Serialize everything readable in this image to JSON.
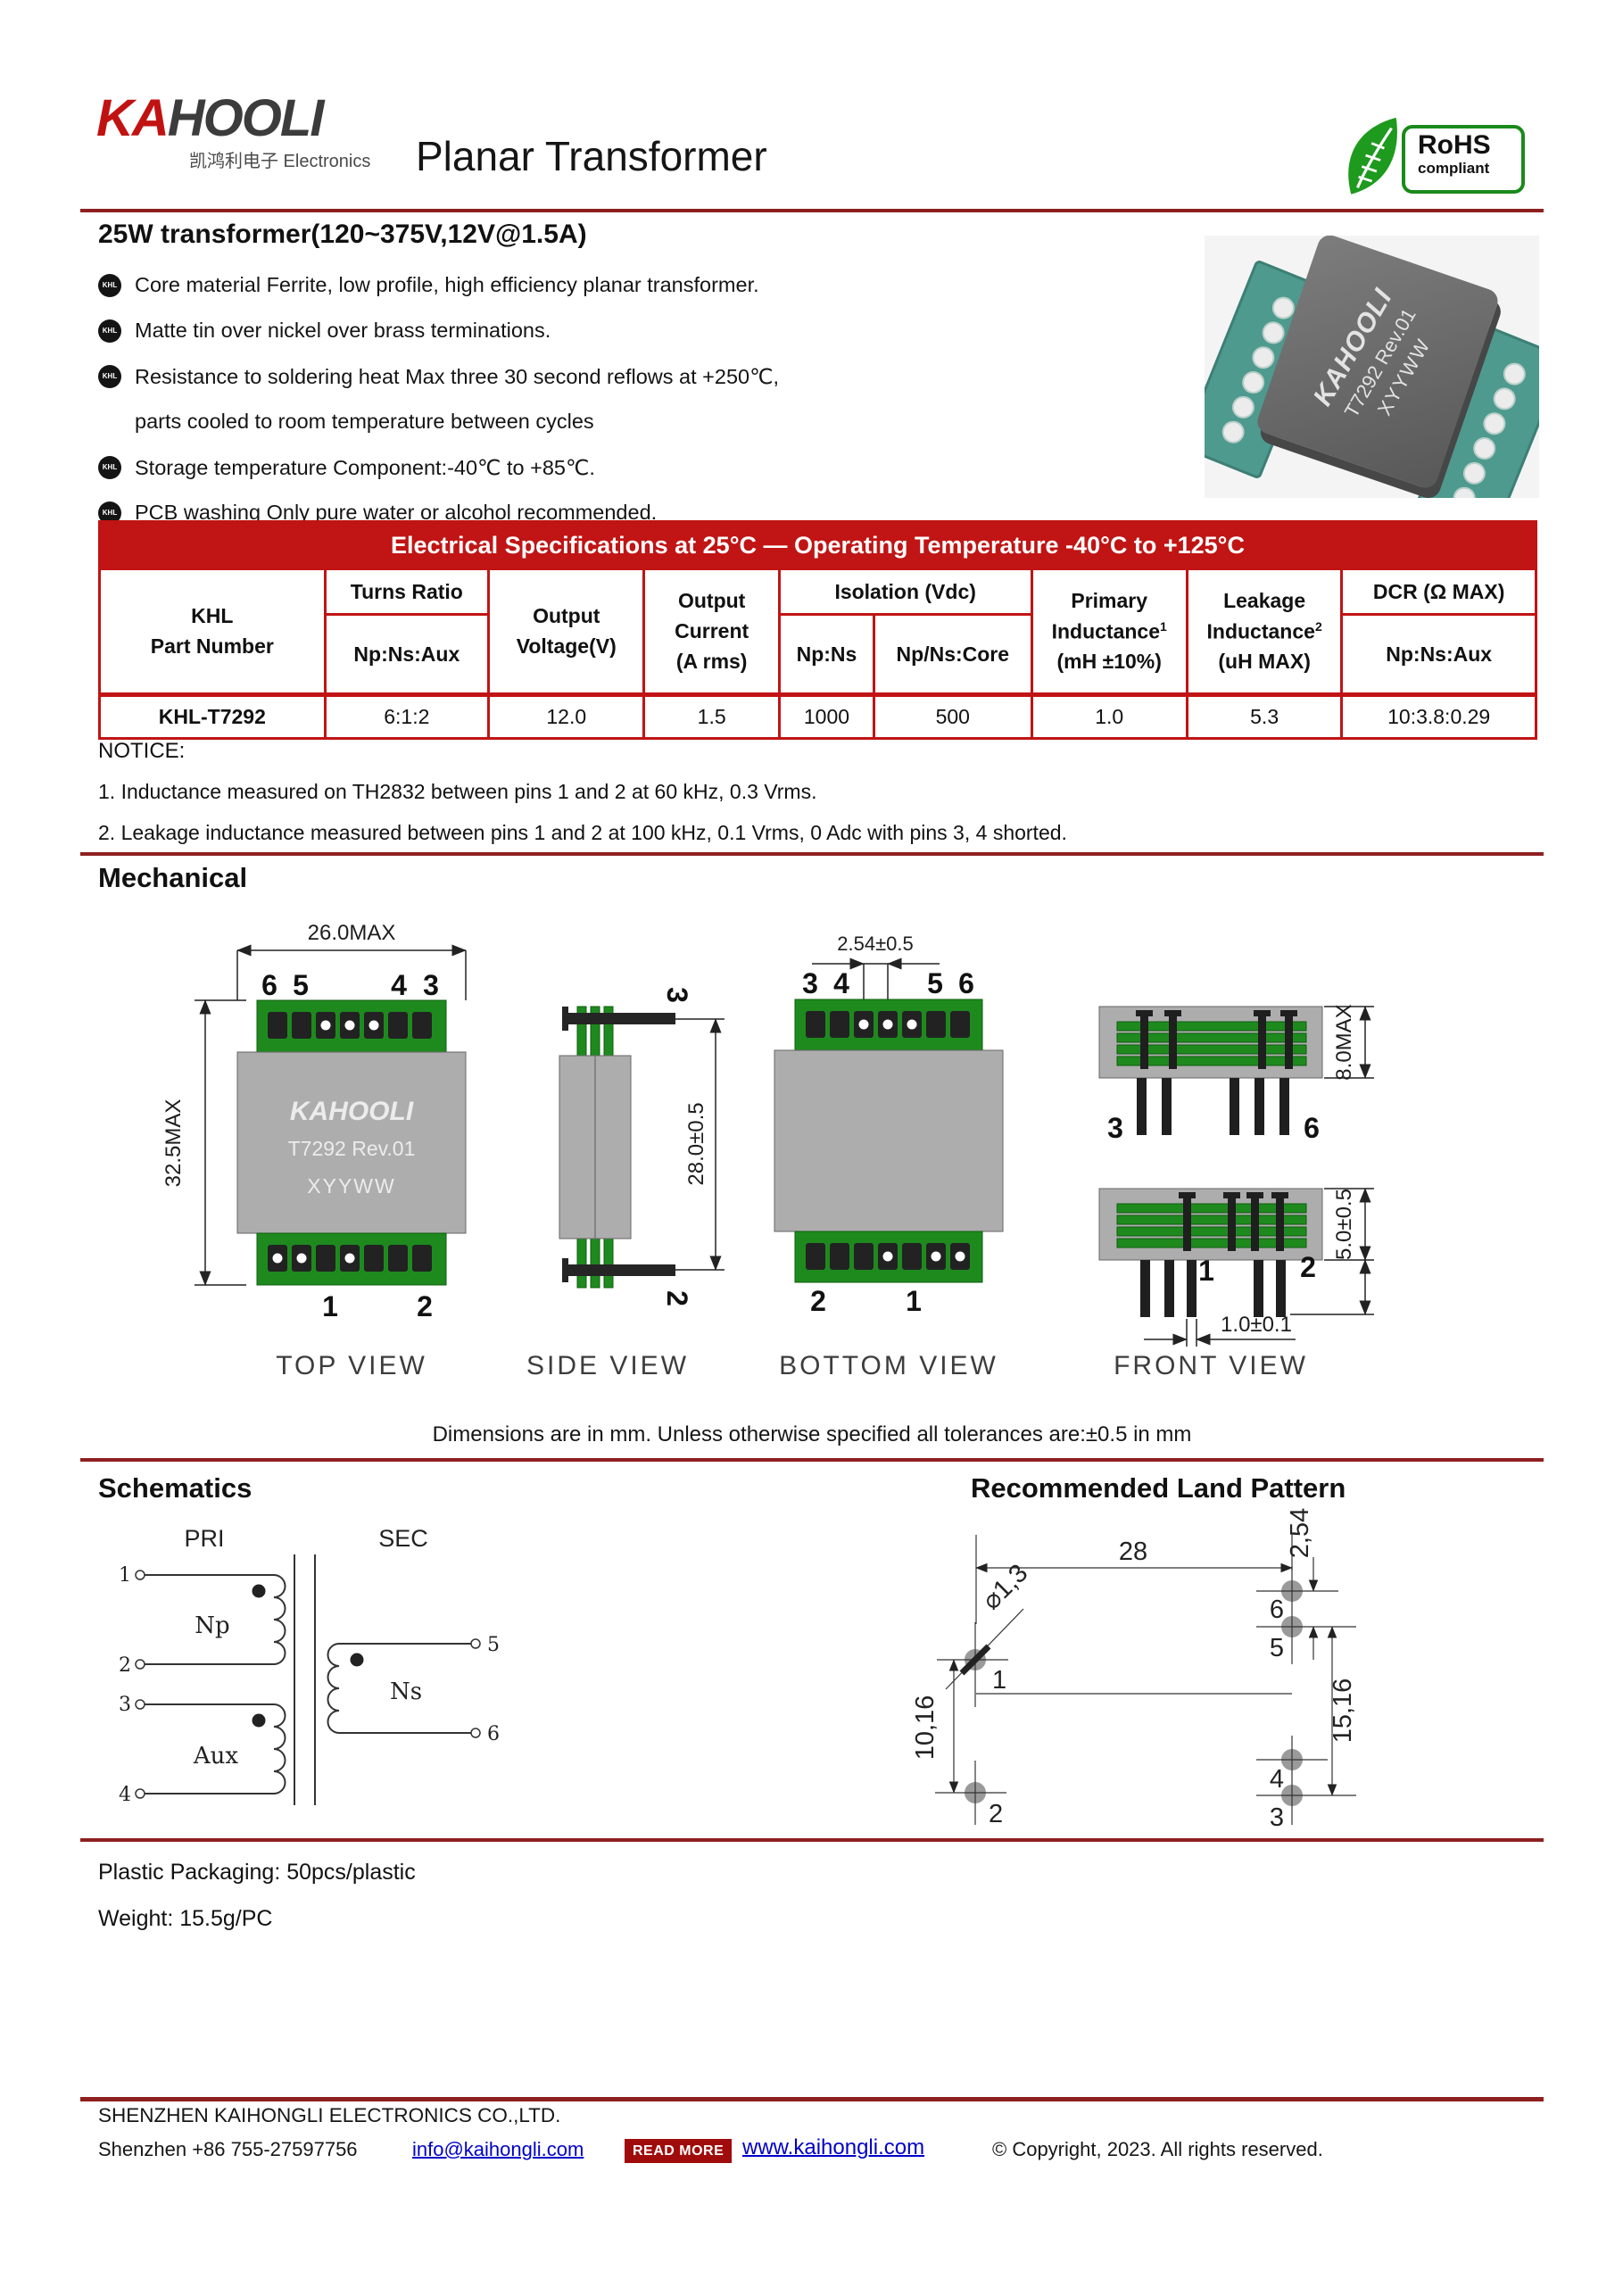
{
  "header": {
    "logo": {
      "ka": "KA",
      "hooli": "HOOLI",
      "sub": "凯鸿利电子 Electronics"
    },
    "title": "Planar Transformer",
    "rohs": {
      "line1": "RoHS",
      "line2": "compliant"
    }
  },
  "intro": {
    "heading": "25W transformer(120~375V,12V@1.5A)",
    "bullet": "KHL",
    "features": [
      "Core material Ferrite, low profile, high efficiency planar transformer.",
      "Matte tin over nickel over brass terminations.",
      "Resistance to soldering heat Max three 30 second reflows at +250℃,",
      "parts cooled to room temperature between cycles",
      "Storage temperature Component:-40℃  to +85℃.",
      "PCB washing Only pure water or alcohol recommended."
    ]
  },
  "photo": {
    "brand": "KAHOOLI",
    "model": "T7292 Rev.01",
    "code": "XYYWW"
  },
  "table": {
    "title": "Electrical Specifications at 25°C — Operating Temperature -40°C to +125°C",
    "h": {
      "part1": "KHL",
      "part2": "Part Number",
      "turns": "Turns Ratio",
      "turns_sub": "Np:Ns:Aux",
      "volt1": "Output",
      "volt2": "Voltage(V)",
      "cur1": "Output",
      "cur2": "Current",
      "cur3": "(A rms)",
      "iso": "Isolation (Vdc)",
      "iso1": "Np:Ns",
      "iso2": "Np/Ns:Core",
      "pri1": "Primary",
      "pri2": "Inductance",
      "pri_sup": "1",
      "pri3": "(mH ±10%)",
      "leak1": "Leakage",
      "leak2": "Inductance",
      "leak_sup": "2",
      "leak3": "(uH MAX)",
      "dcr": "DCR (Ω MAX)",
      "dcr_sub": "Np:Ns:Aux"
    },
    "row": {
      "part": "KHL-T7292",
      "turns": "6:1:2",
      "volt": "12.0",
      "cur": "1.5",
      "iso1": "1000",
      "iso2": "500",
      "pri": "1.0",
      "leak": "5.3",
      "dcr": "10:3.8:0.29"
    }
  },
  "notice": {
    "title": "NOTICE:",
    "n1": "1. Inductance measured on TH2832 between pins 1 and 2 at 60 kHz, 0.3 Vrms.",
    "n2": "2. Leakage inductance measured between pins 1 and 2 at 100 kHz, 0.1 Vrms, 0 Adc with pins 3, 4 shorted."
  },
  "mech": {
    "heading": "Mechanical",
    "tolerance": "Dimensions are in mm. Unless otherwise specified all tolerances are:±0.5 in mm",
    "top": {
      "caption": "TOP VIEW",
      "dim_w": "26.0MAX",
      "dim_h": "32.5MAX",
      "p6": "6",
      "p5": "5",
      "p4": "4",
      "p3": "3",
      "p1": "1",
      "p2": "2",
      "brand": "KAHOOLI",
      "model": "T7292 Rev.01",
      "code": "XYYWW"
    },
    "side": {
      "caption": "SIDE VIEW",
      "p3": "3",
      "p2": "2",
      "dim": "28.0±0.5"
    },
    "bottom": {
      "caption": "BOTTOM VIEW",
      "dim": "2.54±0.5",
      "p3": "3",
      "p4": "4",
      "p5": "5",
      "p6": "6",
      "p2": "2",
      "p1": "1"
    },
    "front": {
      "caption": "FRONT VIEW",
      "dim1": "8.0MAX",
      "dim2": "5.0±0.5",
      "dim3": "1.0±0.1",
      "p3": "3",
      "p6": "6",
      "p1": "1",
      "p2": "2"
    }
  },
  "schematic": {
    "heading": "Schematics",
    "pri": "PRI",
    "sec": "SEC",
    "np": "Np",
    "aux": "Aux",
    "ns": "Ns",
    "p1": "1",
    "p2": "2",
    "p3": "3",
    "p4": "4",
    "p5": "5",
    "p6": "6"
  },
  "land": {
    "heading": "Recommended Land Pattern",
    "d28": "28",
    "d254": "2,54",
    "d1516": "15,16",
    "d1016": "10,16",
    "dia": "⌀1,3",
    "p1": "1",
    "p2": "2",
    "p3": "3",
    "p4": "4",
    "p5": "5",
    "p6": "6"
  },
  "packaging": {
    "line1": "Plastic Packaging: 50pcs/plastic",
    "line2": "Weight: 15.5g/PC"
  },
  "footer": {
    "company": "SHENZHEN KAIHONGLI ELECTRONICS CO.,LTD.",
    "phone": "Shenzhen +86 755-27597756",
    "email": "info@kaihongli.com",
    "badge": "READ MORE",
    "site": "www.kaihongli.com",
    "copyright": "© Copyright, 2023. All rights reserved."
  }
}
